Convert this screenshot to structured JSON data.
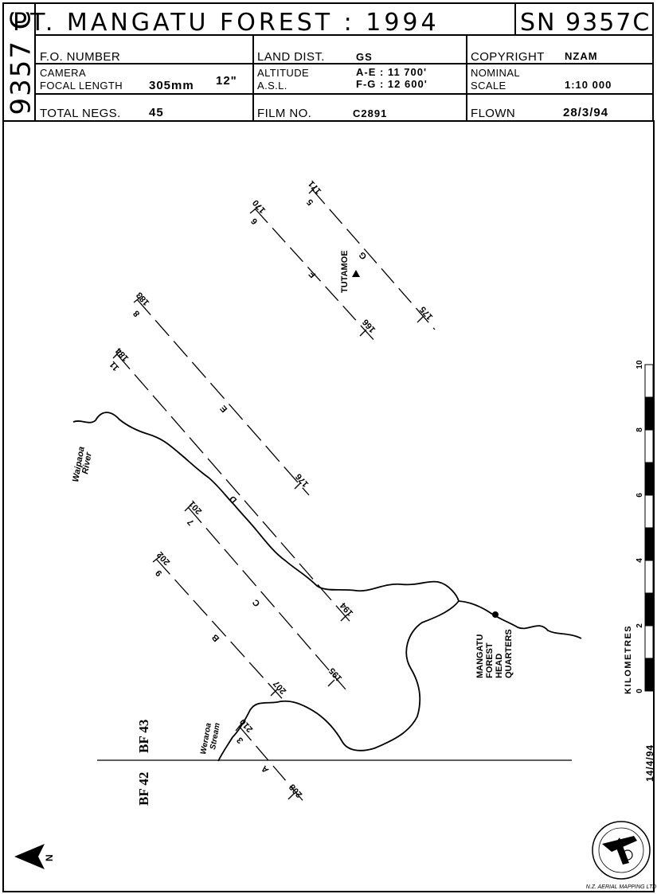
{
  "sheet": {
    "side_code": "9357 C",
    "title": "PT.  MANGATU  FOREST  :  1994",
    "sn": "SN  9357C"
  },
  "fields": {
    "fo_number_label": "F.O. NUMBER",
    "camera_label": "CAMERA",
    "focal_length_label": "FOCAL LENGTH",
    "focal_mm": "305mm",
    "focal_in": "12\"",
    "total_negs_label": "TOTAL NEGS.",
    "total_negs": "45",
    "land_dist_label": "LAND DIST.",
    "land_dist": "GS",
    "altitude_label": "ALTITUDE",
    "asl_label": "A.S.L.",
    "altitude_ae": "A-E : 11 700'",
    "altitude_fg": "F-G : 12 600'",
    "film_no_label": "FILM NO.",
    "film_no": "C2891",
    "copyright_label": "COPYRIGHT",
    "copyright": "NZAM",
    "nominal_label": "NOMINAL",
    "scale_label": "SCALE",
    "scale": "1:10 000",
    "flown_label": "FLOWN",
    "flown": "28/3/94"
  },
  "map": {
    "place_labels": {
      "tutamoe": "TUTAMOE",
      "waipaoa": "Waipaoa",
      "river": "River",
      "wera": "Weraroa",
      "stream": "Stream",
      "hq1": "MANGATU",
      "hq2": "FOREST",
      "hq3": "HEAD",
      "hq4": "QUARTERS"
    },
    "sheet_labels": {
      "bf43": "BF 43",
      "bf42": "BF 42"
    },
    "run_labels": {
      "a": "A",
      "b": "B",
      "c": "C",
      "d": "D",
      "e": "E",
      "f": "F",
      "g": "G"
    },
    "frame_numbers": {
      "g_start": "171",
      "g_run": "5",
      "g_end": "175",
      "f_start": "170",
      "f_run": "6",
      "f_end": "166",
      "e_start": "183",
      "e_run": "8",
      "e_end": "176",
      "d_start": "184",
      "d_run": "11",
      "d_end": "194",
      "c_start": "201",
      "c_run": "7",
      "c_end": "195",
      "b_start": "202",
      "b_run": "9",
      "b_end": "207",
      "a_start": "210",
      "a_run": "3",
      "a_end": "208"
    },
    "scale_bar": {
      "title": "KILOMETRES",
      "ticks": [
        "0",
        "2",
        "4",
        "6",
        "8",
        "10"
      ],
      "min": 0,
      "max": 10
    },
    "date_stamp": "14/4/94",
    "north": "N"
  },
  "seal": {
    "text": "N.Z. AERIAL MAPPING LTD"
  }
}
